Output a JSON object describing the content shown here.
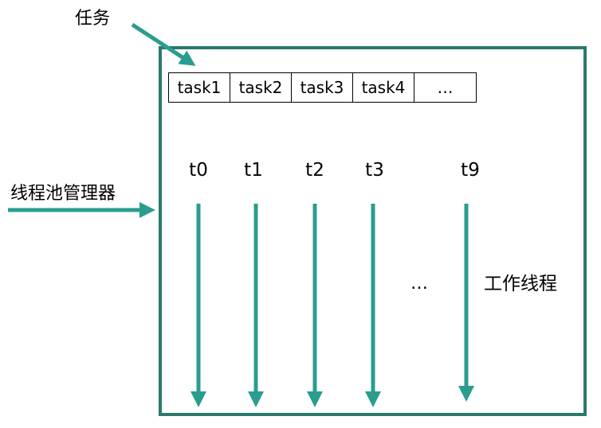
{
  "labels": {
    "task": "任务",
    "pool_manager": "线程池管理器",
    "worker_threads": "工作线程",
    "threads_ellipsis": "…"
  },
  "task_queue": [
    "task1",
    "task2",
    "task3",
    "task4",
    "…"
  ],
  "threads": [
    "t0",
    "t1",
    "t2",
    "t3",
    "t9"
  ],
  "colors": {
    "teal": "#2a9d8f",
    "border": "#2a7a6c"
  },
  "icons": {
    "task_pointer": "arrow-diagonal",
    "manager_pointer": "arrow-right",
    "thread_flow": "arrow-down"
  }
}
